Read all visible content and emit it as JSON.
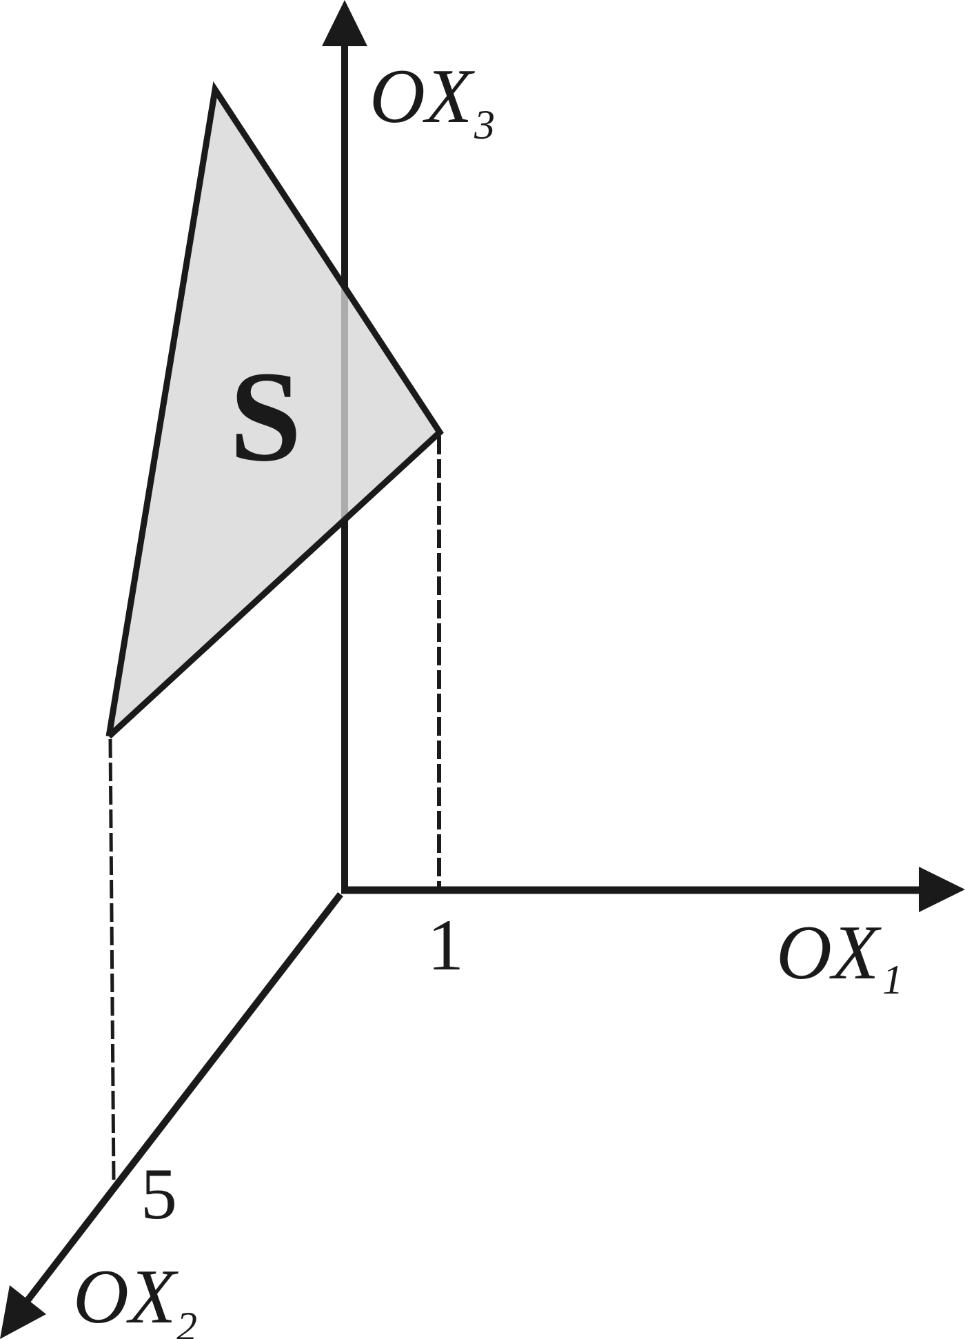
{
  "figure": {
    "type": "3d-axes-diagram",
    "colors": {
      "ink": "#1a1a1a",
      "fill": "#d6d6d6",
      "axis_behind_fill": "#4a4a4a",
      "background": "#ffffff"
    },
    "axes": {
      "x1": {
        "label": "OX",
        "subscript": "1",
        "tick_label": "1"
      },
      "x2": {
        "label": "OX",
        "subscript": "2",
        "tick_label": "5"
      },
      "x3": {
        "label": "OX",
        "subscript": "3"
      }
    },
    "region": {
      "label": "S"
    }
  }
}
